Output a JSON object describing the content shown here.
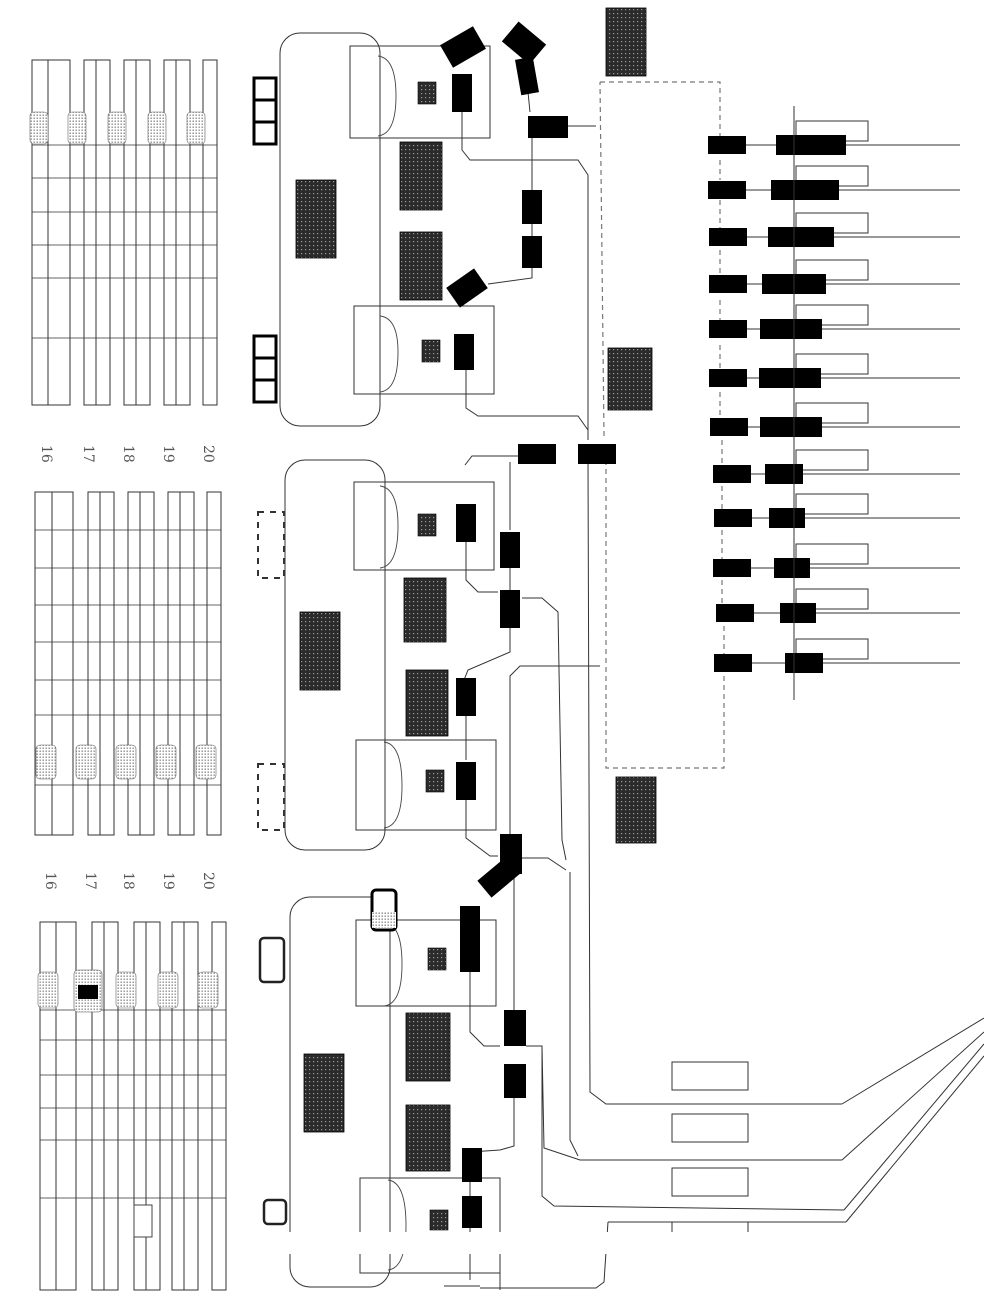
{
  "colors": {
    "ink": "#000000",
    "line": "#333333",
    "dashed": "#777777",
    "stipple": "#b0b0b0",
    "hatch_bg": "#2b2b2b",
    "hatch_dot": "#9a9a9a"
  },
  "lane_labels": {
    "row_a": [
      "16",
      "17",
      "18",
      "19",
      "20"
    ],
    "row_b": [
      "16",
      "17",
      "18",
      "19",
      "20"
    ]
  },
  "feeder_count": 12,
  "layout_note": ""
}
